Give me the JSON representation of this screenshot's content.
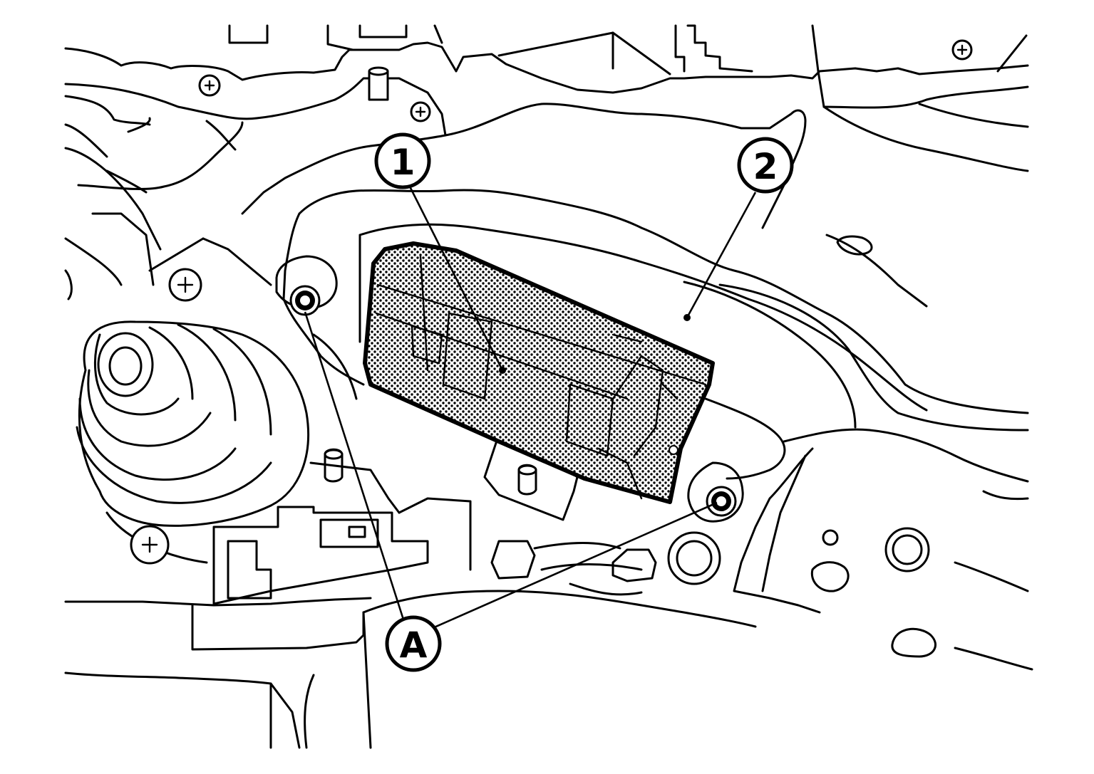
{
  "callouts": {
    "one": "1",
    "two": "2",
    "a": "A"
  }
}
